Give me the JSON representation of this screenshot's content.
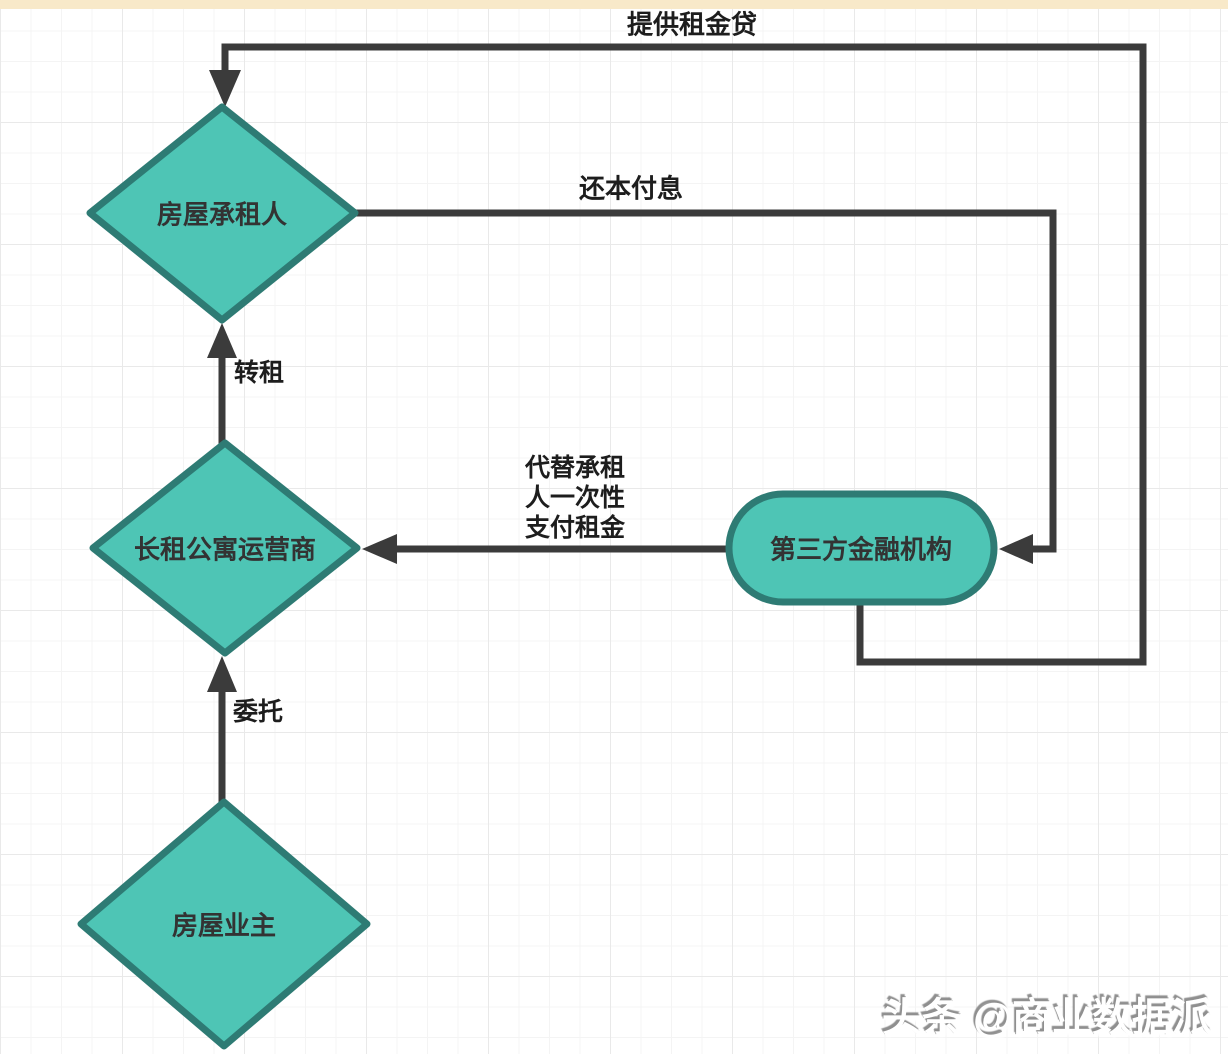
{
  "diagram": {
    "title_hint": "rental-loan-flowchart",
    "colors": {
      "node_fill": "#4ec5b5",
      "node_border": "#2e7b74",
      "connector": "#3b3b3b",
      "label_text": "#1d1d1d",
      "top_bar": "#f8e9c9"
    },
    "nodes": [
      {
        "id": "tenant",
        "shape": "diamond",
        "label": "房屋承租人"
      },
      {
        "id": "operator",
        "shape": "diamond",
        "label": "长租公寓运营商"
      },
      {
        "id": "finance",
        "shape": "rounded-rect",
        "label": "第三方金融机构"
      },
      {
        "id": "owner",
        "shape": "diamond",
        "label": "房屋业主"
      }
    ],
    "edges": [
      {
        "id": "rent-loan",
        "from": "finance",
        "to": "tenant",
        "label": "提供租金贷"
      },
      {
        "id": "repay",
        "from": "tenant",
        "to": "finance",
        "label": "还本付息"
      },
      {
        "id": "sublease",
        "from": "operator",
        "to": "tenant",
        "label": "转租"
      },
      {
        "id": "pay-rent",
        "from": "finance",
        "to": "operator",
        "label_lines": [
          "代替承租",
          "人一次性",
          "支付租金"
        ]
      },
      {
        "id": "entrust",
        "from": "owner",
        "to": "operator",
        "label": "委托"
      }
    ]
  },
  "watermark": {
    "text": "头条 @商业数据派"
  }
}
